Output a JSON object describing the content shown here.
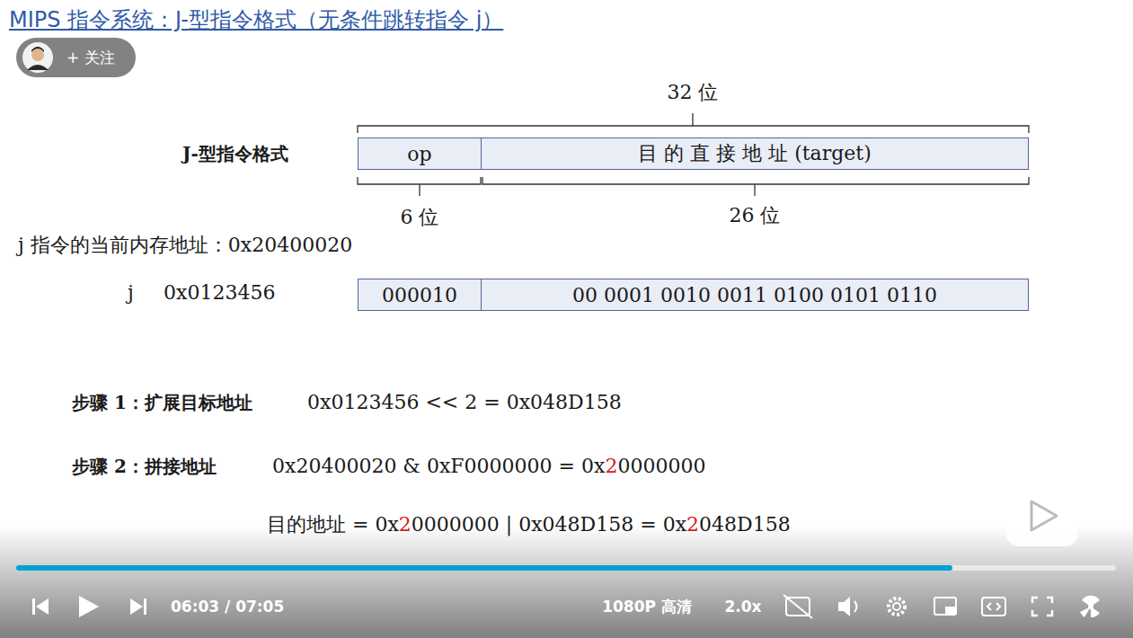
{
  "diagram": {
    "title": "MIPS 指令系统：J-型指令格式（无条件跳转指令 j）",
    "nodes": [
      {
        "text": [
          "+ 关注"
        ]
      },
      {
        "text": [
          "op"
        ]
      },
      {
        "text": [
          "目 的 直 接 地 址 (target)"
        ]
      },
      {
        "text": [
          "000010"
        ]
      },
      {
        "text": [
          "00 0001 0010 0011 0100 0101 0110"
        ]
      }
    ],
    "labels": [
      "32 位",
      "J-型指令格式",
      "6 位",
      "26 位",
      "j 指令的当前内存地址：0x20400020",
      "j",
      "0x0123456",
      "步骤 1：扩展目标地址",
      "0x0123456 << 2 = 0x048D158",
      "步骤 2：拼接地址",
      "0x20400020 & 0xF0000000 = 0x",
      "2",
      "0000000",
      "目的地址 = 0x",
      "2",
      "0000000 | 0x048D158 = 0x",
      "2",
      "048D158",
      "06:03 / 07:05",
      "1080P 高清",
      "2.0x"
    ]
  }
}
